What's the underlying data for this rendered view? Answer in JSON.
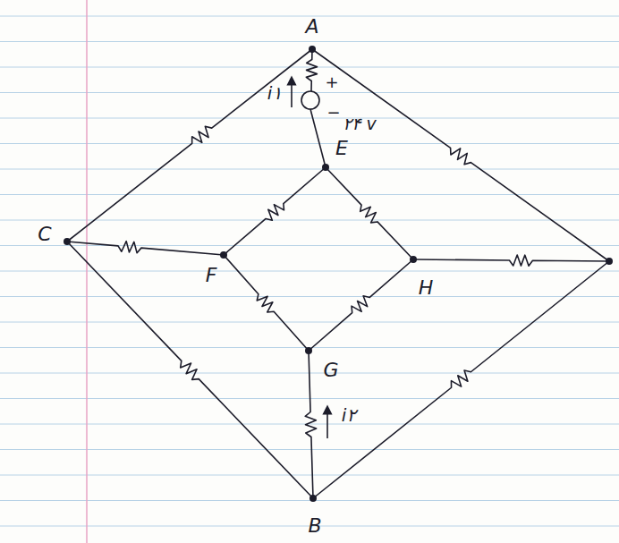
{
  "diagram": {
    "labels": [
      "A",
      "i۱",
      "+",
      "−",
      "۲۴ v",
      "E",
      "C",
      "F",
      "H",
      "G",
      "B",
      "i۲"
    ]
  }
}
